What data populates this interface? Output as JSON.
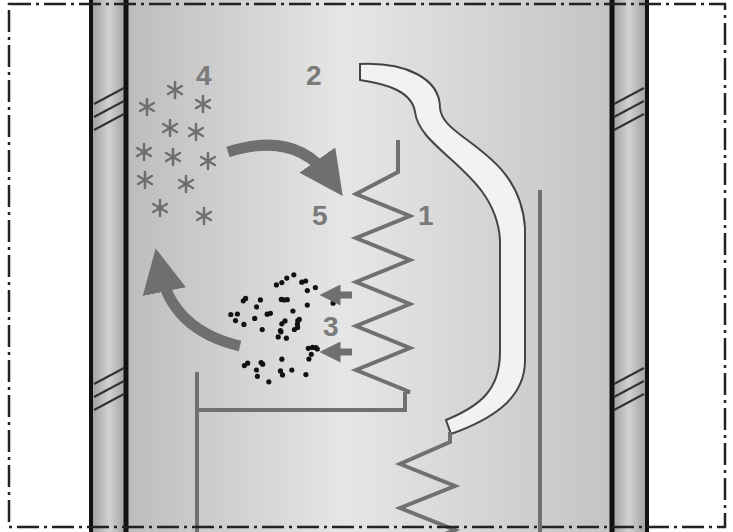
{
  "diagram": {
    "labels": [
      "4",
      "2",
      "5",
      "1",
      "3"
    ]
  }
}
